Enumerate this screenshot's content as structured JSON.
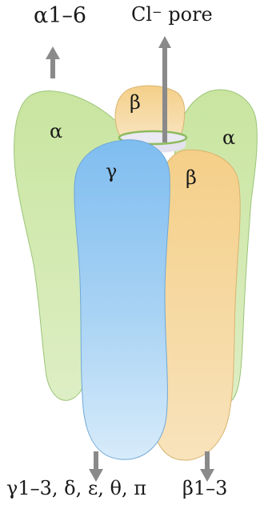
{
  "labels": {
    "top_left": "α1–6",
    "top_center_main": "Cl",
    "top_center_sup": "−",
    "top_center_rest": " pore",
    "bottom_left": "γ1–3, δ, ε, θ, π",
    "bottom_right": "β1–3"
  },
  "subunits": {
    "alpha_left": "α",
    "beta_back": "β",
    "alpha_right": "α",
    "gamma_front": "γ",
    "beta_front": "β"
  },
  "colors": {
    "alpha": "#cfe7a8",
    "beta": "#f6d69a",
    "gamma": "#8ec8f2",
    "pore": "#e4e2ee",
    "arrow": "#8a8a8a",
    "outline": "#7aa05a"
  }
}
